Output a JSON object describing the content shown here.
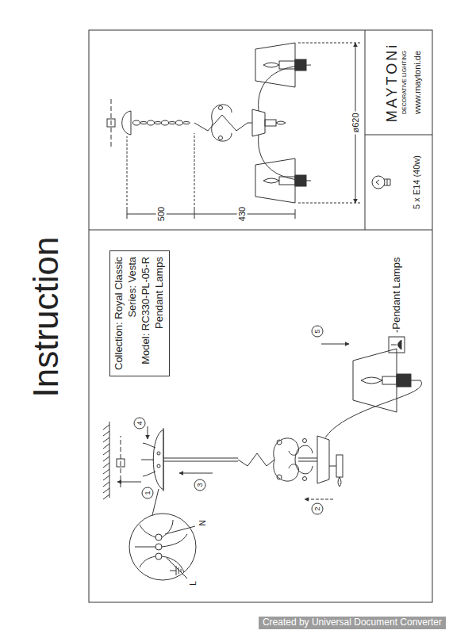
{
  "diagram": {
    "title": "Instruction",
    "nodes": [
      {
        "text": [
          "Collection: Royal Classic",
          "Series: Vesta",
          "Model: RC330-PL-05-R",
          "Pendant Lamps"
        ]
      }
    ],
    "labels": [
      "1",
      "2",
      "3",
      "4",
      "5",
      "N",
      "L",
      "500",
      "430",
      "ø620",
      "MAYTONi",
      "DECORATIVE LIGHTING",
      "www.maytoni.de",
      "5 x E14 (40w)",
      "Created by Universal Document Converter"
    ],
    "legend": [
      {
        "text": "-Pendant Lamps"
      }
    ]
  }
}
